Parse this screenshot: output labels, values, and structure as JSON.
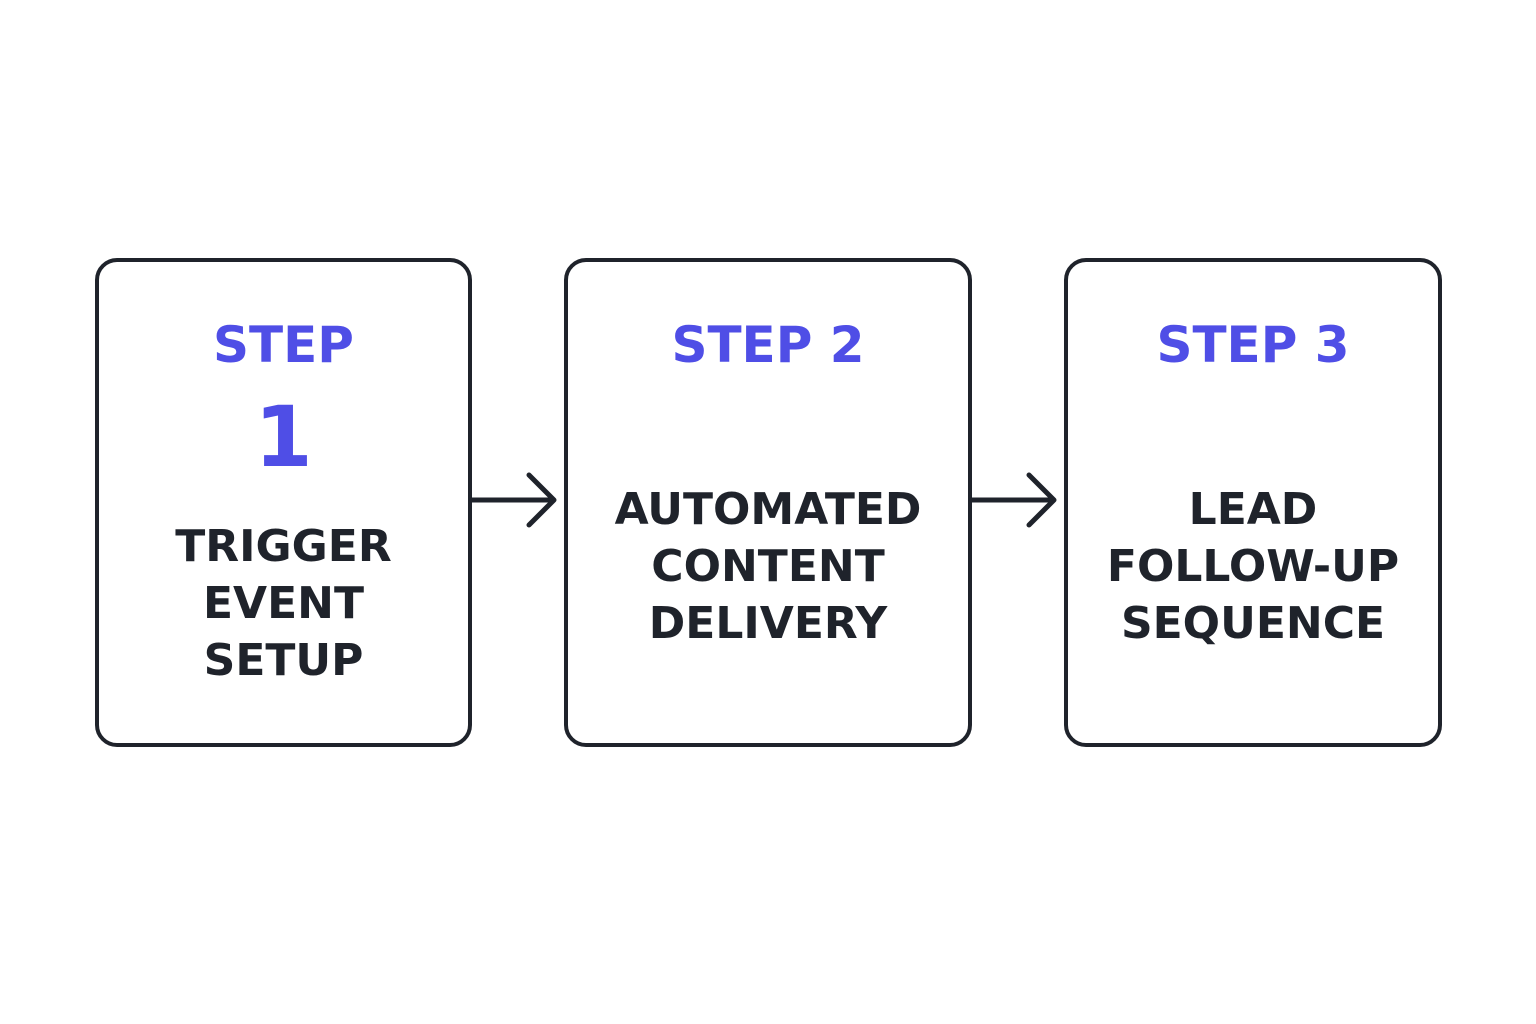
{
  "colors": {
    "accent": "#4f4ee6",
    "text": "#1f232b",
    "border": "#1f232b",
    "background": "#ffffff"
  },
  "steps": [
    {
      "title": "STEP",
      "number": "1",
      "description": "TRIGGER\nEVENT\nSETUP"
    },
    {
      "title": "STEP 2",
      "description": "AUTOMATED\nCONTENT\nDELIVERY"
    },
    {
      "title": "STEP 3",
      "description": "LEAD\nFOLLOW-UP\nSEQUENCE"
    }
  ],
  "connectors": [
    {
      "from": "step-1",
      "to": "step-2",
      "icon": "arrow-right-icon"
    },
    {
      "from": "step-2",
      "to": "step-3",
      "icon": "arrow-right-icon"
    }
  ]
}
